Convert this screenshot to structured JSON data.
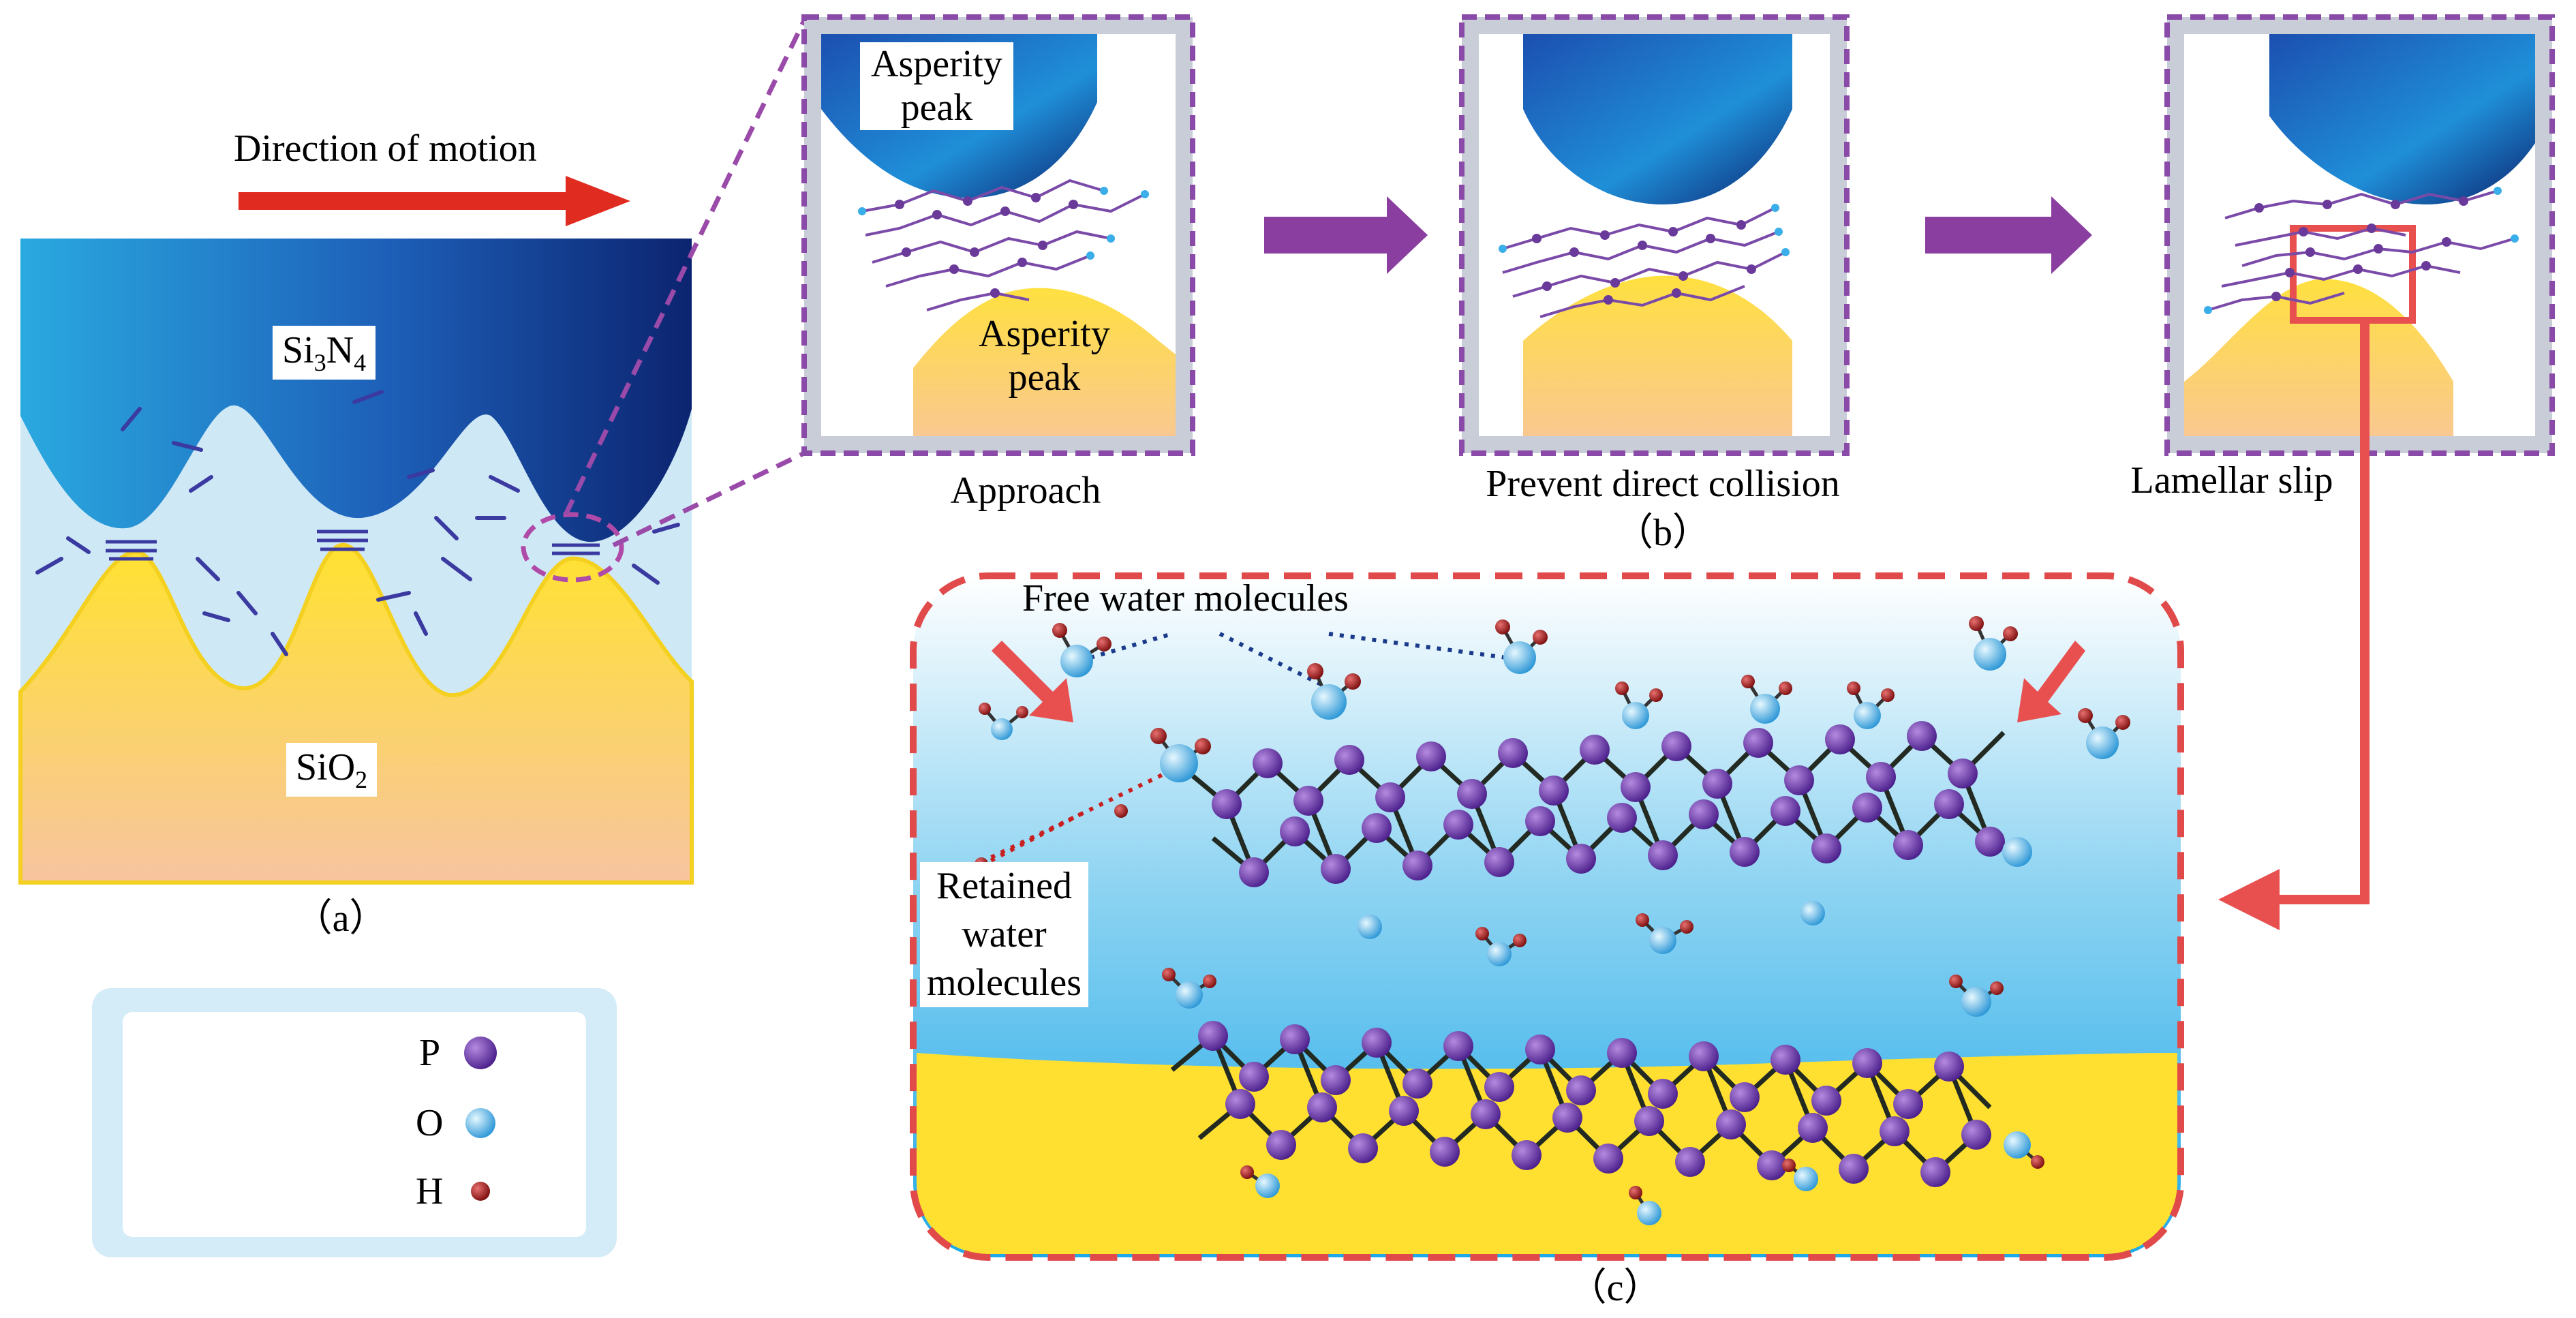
{
  "panel_a": {
    "motion_label": "Direction of motion",
    "top_material": {
      "base": "Si",
      "sub1": "3",
      "mid": "N",
      "sub2": "4"
    },
    "bottom_material": {
      "base": "SiO",
      "sub1": "2"
    },
    "caption": "（a）"
  },
  "panel_b": {
    "step1_label": "Approach",
    "step2_label": "Prevent direct collision",
    "step3_label": "Lamellar slip",
    "top_peak_label": [
      "Asperity",
      "peak"
    ],
    "bottom_peak_label": [
      "Asperity",
      "peak"
    ],
    "caption": "（b）"
  },
  "panel_c": {
    "free_water_label": "Free water molecules",
    "retained_label": [
      "Retained",
      "water",
      "molecules"
    ],
    "caption": "（c）"
  },
  "legend": {
    "items": [
      {
        "symbol": "P",
        "color": "#5a2a9a"
      },
      {
        "symbol": "O",
        "color": "#4fb4e6"
      },
      {
        "symbol": "H",
        "color": "#9a1a1a"
      }
    ]
  },
  "colors": {
    "si3n4_dark": "#0e2a7a",
    "si3n4_light": "#27a9e1",
    "sio2": "#ffe048",
    "arrow_red": "#e02b20",
    "step_arrow": "#8a3fa0",
    "frame_blue": "#3a48a8",
    "frame_purple": "#9a4aa8",
    "callout_red": "#e85050"
  }
}
